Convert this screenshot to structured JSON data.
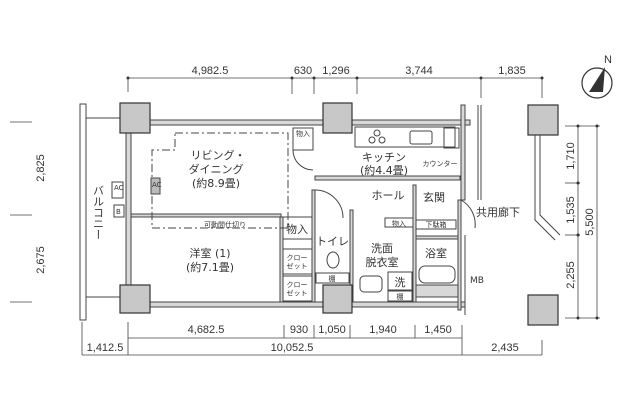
{
  "dimensions": {
    "top": [
      "4,982.5",
      "630",
      "1,296",
      "3,744",
      "1,835"
    ],
    "bottom_inner": [
      "4,682.5",
      "930",
      "1,050",
      "1,940",
      "1,450"
    ],
    "bottom_outer": [
      "1,412.5",
      "10,052.5",
      "2,435"
    ],
    "left": [
      "2,825",
      "2,675"
    ],
    "right_inner": [
      "1,710",
      "1,535",
      "2,255"
    ],
    "right_outer": "5,500"
  },
  "rooms": {
    "living_1": "リビング・",
    "living_2": "ダイニング",
    "living_3": "(約8.9畳)",
    "kitchen_1": "キッチン",
    "kitchen_2": "(約4.4畳)",
    "counter": "カウンター",
    "hall": "ホール",
    "entrance": "玄関",
    "shoe_box": "下駄箱",
    "corridor": "共用廊下",
    "bedroom_1": "洋室 (1)",
    "bedroom_2": "(約7.1畳)",
    "partition": "可動間仕切り",
    "storage": "物入",
    "storage_small": "物\n入",
    "storage_hall": "物入",
    "closet_1": "クロー\nゼット",
    "closet_2": "クロー\nゼット",
    "toilet": "トイレ",
    "shelf": "棚",
    "washroom_1": "洗面",
    "washroom_2": "脱衣室",
    "washer": "洗",
    "bath": "浴室",
    "mb": "MB",
    "balcony": "バルコニー",
    "ac": "AC",
    "b": "B"
  },
  "compass": {
    "label": "N",
    "icon": "north-arrow-icon"
  }
}
